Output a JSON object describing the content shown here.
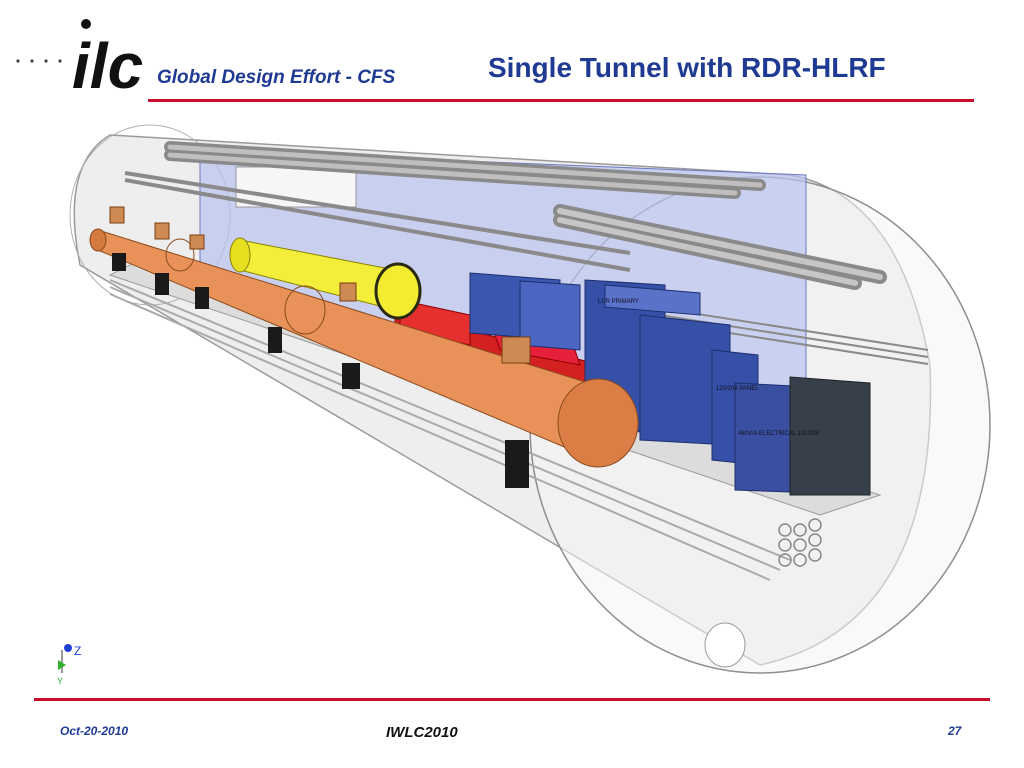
{
  "header": {
    "logo_text": "ilc",
    "subtitle": "Global Design Effort  - CFS",
    "title": "Single Tunnel with RDR-HLRF"
  },
  "figure": {
    "labels": {
      "rack1": "LCR PRIMARY",
      "panel": "120/208 PANEL",
      "transformer": "480V/A ELECTRICAL 120/208"
    },
    "axis_z": "Z",
    "axis_y": "Y"
  },
  "footer": {
    "date": "Oct-20-2010",
    "conference": "IWLC2010",
    "page_number": "27"
  },
  "colors": {
    "title_blue": "#1f3a93",
    "rule_red": "#c8102e",
    "cryo_orange": "#e8925a",
    "klystron_yellow": "#f2ee3a",
    "rack_blue": "#3550a6",
    "modulator_red": "#d42020"
  }
}
